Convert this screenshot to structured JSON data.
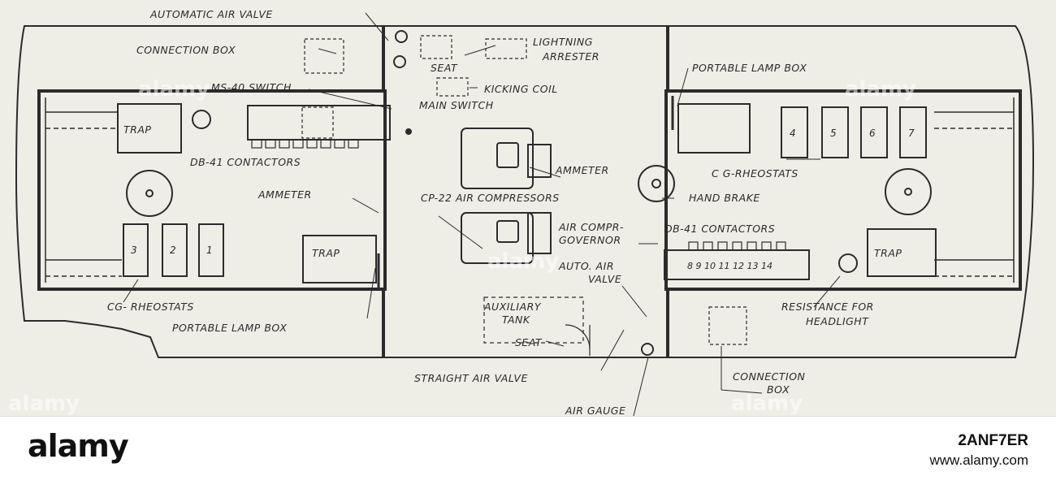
{
  "diagram": {
    "labels": {
      "automatic_air_valve": "AUTOMATIC AIR VALVE",
      "connection_box_top": "CONNECTION BOX",
      "ms40_switch": "MS-40 SWITCH",
      "seat_top": "SEAT",
      "lightning_arrester_1": "LIGHTNING",
      "lightning_arrester_2": "ARRESTER",
      "kicking_coil": "KICKING COIL",
      "main_switch": "MAIN SWITCH",
      "portable_lamp_box_top": "PORTABLE LAMP BOX",
      "trap_left_top": "TRAP",
      "db41_contactors_left": "DB-41 CONTACTORS",
      "ammeter_right": "AMMETER",
      "cg_rheostats_right": "C G-RHEOSTATS",
      "ammeter_left": "AMMETER",
      "cp22_air_compressors": "CP-22 AIR COMPRESSORS",
      "hand_brake": "HAND BRAKE",
      "air_compr_governor_1": "AIR COMPR-",
      "air_compr_governor_2": "GOVERNOR",
      "db41_contactors_right": "DB-41 CONTACTORS",
      "trap_left_bottom": "TRAP",
      "trap_right_bottom": "TRAP",
      "auto_air_valve_1": "AUTO. AIR",
      "auto_air_valve_2": "VALVE",
      "cg_rheostats_left": "CG- RHEOSTATS",
      "auxiliary_tank_1": "AUXILIARY",
      "auxiliary_tank_2": "TANK",
      "portable_lamp_box_bottom": "PORTABLE LAMP BOX",
      "seat_bottom": "SEAT",
      "resistance_headlight_1": "RESISTANCE FOR",
      "resistance_headlight_2": "HEADLIGHT",
      "straight_air_valve": "STRAIGHT AIR VALVE",
      "connection_box_bottom_1": "CONNECTION",
      "connection_box_bottom_2": "BOX",
      "air_gauge": "AIR GAUGE"
    },
    "rheostat_numbers_left": [
      "3",
      "2",
      "1"
    ],
    "rheostat_numbers_right": [
      "4",
      "5",
      "6",
      "7"
    ],
    "contactor_numbers_right": "8 9 10 11 12 13 14",
    "watermark": "alamy"
  },
  "footer": {
    "logo": "alamy",
    "image_id": "2ANF7ER",
    "url": "www.alamy.com"
  }
}
